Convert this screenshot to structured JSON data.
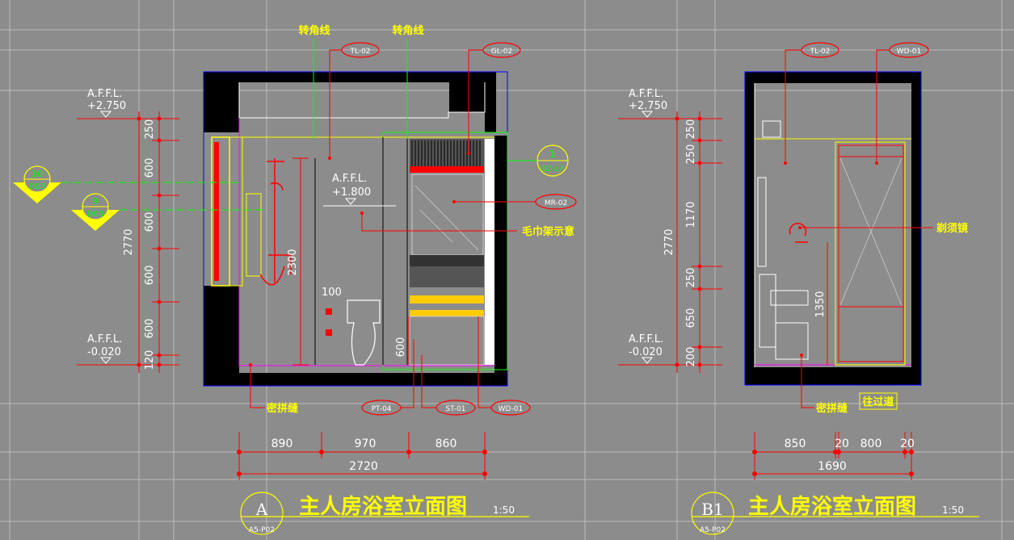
{
  "colors": {
    "background": "#8c8c8c",
    "grid": "#b9b9b9",
    "wall": "#000000",
    "dimension": "#ff0000",
    "label_text": "#ffff00",
    "text_white": "#ffffff",
    "green": "#00ff00",
    "magenta": "#ff00ff",
    "yellow": "#ffff00",
    "blue": "#0000ff"
  },
  "drawing_a": {
    "annotations": {
      "corner_line_1": "转角线",
      "corner_line_2": "转角线",
      "towel_rack": "毛巾架示意",
      "seam": "密拼缝"
    },
    "tags": {
      "tl02": "TL-02",
      "gl02": "GL-02",
      "mr02": "MR-02",
      "pt04": "PT-04",
      "st01": "ST-01",
      "wd01": "WD-01"
    },
    "callouts": {
      "c1_top": "1",
      "c1_bottom": "B2-17",
      "c10_top": "10",
      "c10_bottom": "D03",
      "c9_top": "9",
      "c9_bottom": "D03"
    },
    "levels": {
      "top_label": "A.F.F.L.",
      "top_value": "+2.750",
      "mid_label": "A.F.F.L.",
      "mid_value": "+1.800",
      "bottom_label": "A.F.F.L.",
      "bottom_value": "-0.020"
    },
    "vertical_dims": {
      "total": "2770",
      "seg1": "250",
      "seg2": "600",
      "seg3": "600",
      "seg4": "600",
      "seg5": "600",
      "seg6": "120",
      "inner1": "2300",
      "inner2": "600",
      "inner3": "100"
    },
    "horizontal_dims": {
      "seg1": "890",
      "seg2": "970",
      "seg3": "860",
      "total": "2720"
    },
    "title": {
      "mark": "A",
      "sheet": "A5-P02",
      "text": "主人房浴室立面图",
      "scale": "1:50"
    }
  },
  "drawing_b": {
    "annotations": {
      "shaving_mirror": "剃须镜",
      "seam": "密拼缝",
      "to_corridor": "往过道"
    },
    "tags": {
      "tl02": "TL-02",
      "wd01": "WD-01"
    },
    "levels": {
      "top_label": "A.F.F.L.",
      "top_value": "+2.750",
      "bottom_label": "A.F.F.L.",
      "bottom_value": "-0.020"
    },
    "vertical_dims": {
      "total": "2770",
      "seg1": "250",
      "seg2": "250",
      "seg3": "1170",
      "seg4": "250",
      "seg5": "650",
      "seg6": "200",
      "inner1": "1350"
    },
    "horizontal_dims": {
      "seg1": "850",
      "seg2": "20",
      "seg3": "800",
      "seg4": "20",
      "total": "1690"
    },
    "title": {
      "mark": "B1",
      "sheet": "A5-P02",
      "text": "主人房浴室立面图",
      "scale": "1:50"
    }
  }
}
